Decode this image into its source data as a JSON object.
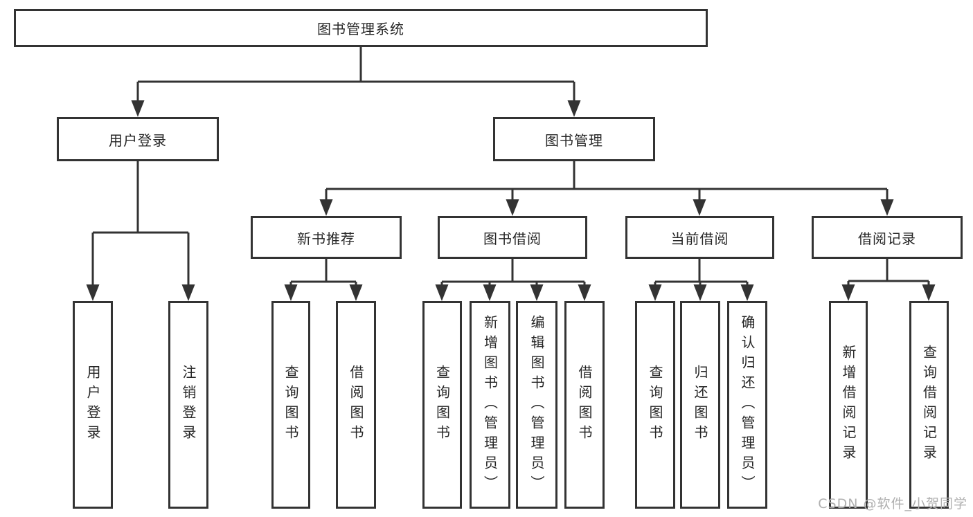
{
  "diagram": {
    "root": {
      "label": "图书管理系统"
    },
    "branches": [
      {
        "label": "用户登录",
        "children": [
          {
            "label": "用户登录"
          },
          {
            "label": "注销登录"
          }
        ]
      },
      {
        "label": "图书管理",
        "children": [
          {
            "label": "新书推荐",
            "children": [
              {
                "label": "查询图书"
              },
              {
                "label": "借阅图书"
              }
            ]
          },
          {
            "label": "图书借阅",
            "children": [
              {
                "label": "查询图书"
              },
              {
                "label": "新增图书（管理员）"
              },
              {
                "label": "编辑图书（管理员）"
              },
              {
                "label": "借阅图书"
              }
            ]
          },
          {
            "label": "当前借阅",
            "children": [
              {
                "label": "查询图书"
              },
              {
                "label": "归还图书"
              },
              {
                "label": "确认归还（管理员）"
              }
            ]
          },
          {
            "label": "借阅记录",
            "children": [
              {
                "label": "新增借阅记录"
              },
              {
                "label": "查询借阅记录"
              }
            ]
          }
        ]
      }
    ],
    "colors": {
      "line": "#333333",
      "box_border": "#333333",
      "text": "#262626",
      "watermark": "#b0b0b0"
    },
    "watermark": {
      "text": "CSDN @软件_小贺同学"
    }
  }
}
